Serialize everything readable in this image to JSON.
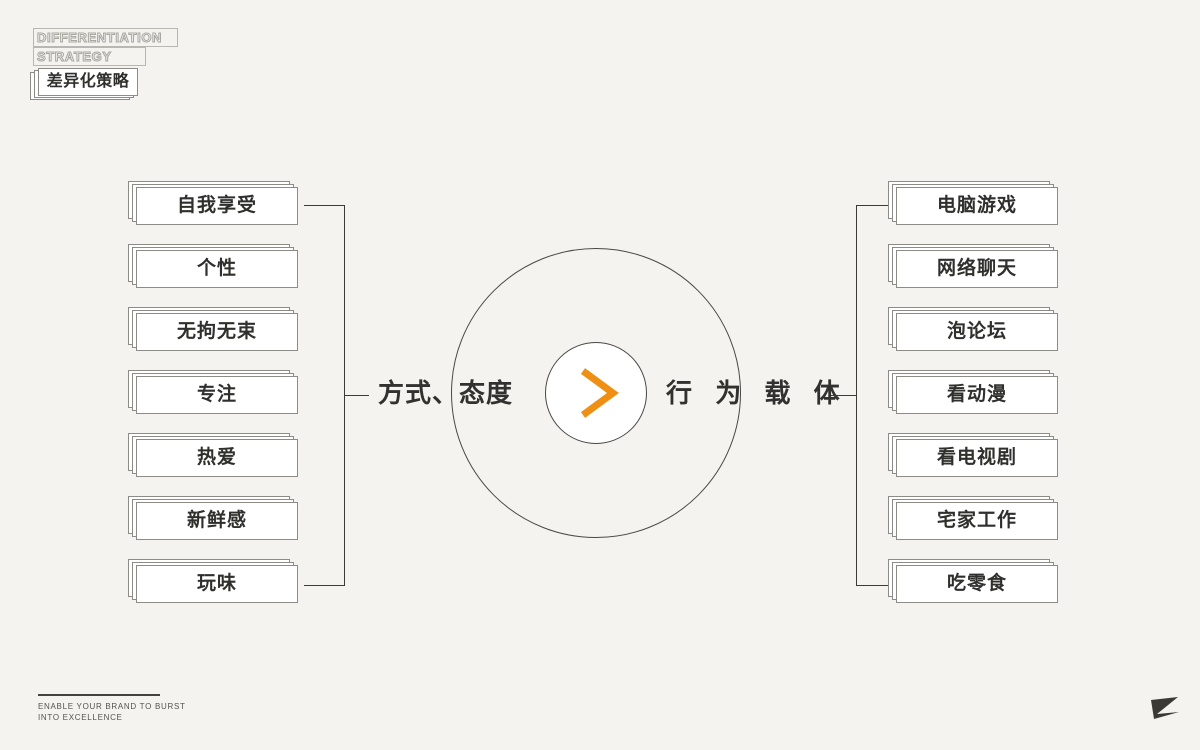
{
  "background_color": "#f5f3ef",
  "accent_color": "#ef8f14",
  "line_color": "#3a3a38",
  "logo": {
    "en_line1": "DIFFERENTIATION",
    "en_line2": "STRATEGY",
    "cn": "差异化策略"
  },
  "center": {
    "left_label": "方式、态度",
    "right_label": "行 为 载 体",
    "arrow_icon": "chevron-right-icon"
  },
  "left_column": {
    "items": [
      {
        "label": "自我享受"
      },
      {
        "label": "个性"
      },
      {
        "label": "无拘无束"
      },
      {
        "label": "专注"
      },
      {
        "label": "热爱"
      },
      {
        "label": "新鲜感"
      },
      {
        "label": "玩味"
      }
    ]
  },
  "right_column": {
    "items": [
      {
        "label": "电脑游戏"
      },
      {
        "label": "网络聊天"
      },
      {
        "label": "泡论坛"
      },
      {
        "label": "看动漫"
      },
      {
        "label": "看电视剧"
      },
      {
        "label": "宅家工作"
      },
      {
        "label": "吃零食"
      }
    ]
  },
  "footer": {
    "tagline": "ENABLE YOUR BRAND TO BURST\nINTO EXCELLENCE",
    "corner_logo": "z-monogram-icon"
  }
}
